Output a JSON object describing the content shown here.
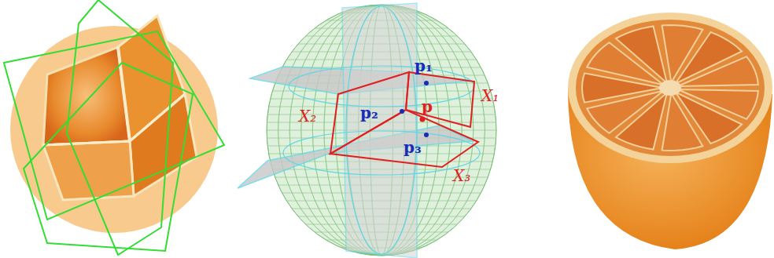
{
  "diagram": {
    "labels": [
      "p₁",
      "p₂",
      "p₃",
      "p",
      "X₁",
      "X₂",
      "X₃"
    ]
  }
}
